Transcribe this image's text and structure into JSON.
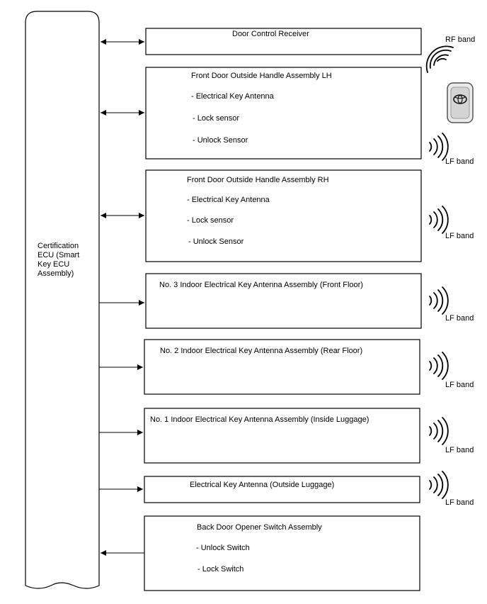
{
  "ecu": {
    "label_lines": [
      "Certification",
      "ECU (Smart",
      "Key ECU",
      "Assembly)"
    ]
  },
  "blocks": [
    {
      "title": "Door Control Receiver",
      "items": []
    },
    {
      "title": "Front Door Outside Handle Assembly LH",
      "items": [
        "- Electrical Key Antenna",
        "- Lock sensor",
        "- Unlock Sensor"
      ]
    },
    {
      "title": "Front Door Outside Handle Assembly RH",
      "items": [
        "- Electrical Key Antenna",
        "- Lock sensor",
        "- Unlock Sensor"
      ]
    },
    {
      "title": "No. 3 Indoor Electrical Key Antenna Assembly (Front Floor)",
      "items": []
    },
    {
      "title": "No. 2 Indoor Electrical Key Antenna Assembly (Rear Floor)",
      "items": []
    },
    {
      "title": "No. 1 Indoor Electrical Key Antenna Assembly (Inside Luggage)",
      "items": []
    },
    {
      "title": "Electrical Key Antenna (Outside Luggage)",
      "items": []
    },
    {
      "title": "Back Door Opener Switch Assembly",
      "items": [
        "- Unlock Switch",
        "- Lock Switch"
      ]
    }
  ],
  "bands": {
    "rf": "RF band",
    "lf": "LF band"
  }
}
